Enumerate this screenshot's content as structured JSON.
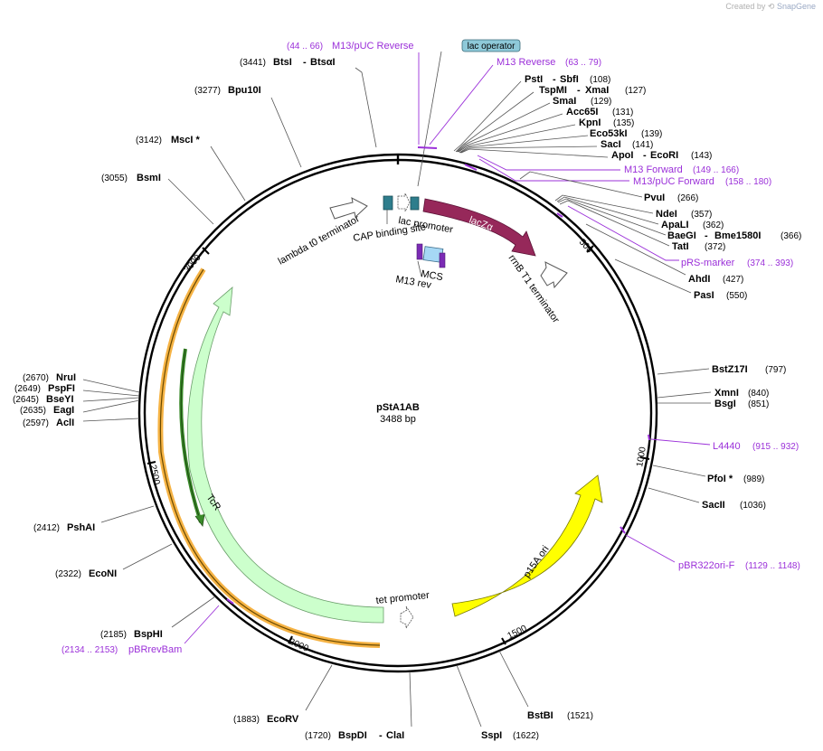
{
  "credit": {
    "created_by": "Created by",
    "brand": "SnapGene",
    "logo_icon": "snapgene-logo-icon"
  },
  "plasmid": {
    "name": "pStA1AB",
    "length_label": "3488 bp",
    "length": 3488
  },
  "ticks": [
    "500",
    "1000",
    "1500",
    "2000",
    "2500",
    "3000"
  ],
  "enzymes": [
    {
      "name": "BtsI",
      "alt": "BtsαI",
      "pos": "(3441)"
    },
    {
      "name": "Bpu10I",
      "pos": "(3277)"
    },
    {
      "name": "MscI *",
      "pos": "(3142)"
    },
    {
      "name": "BsmI",
      "pos": "(3055)"
    },
    {
      "name": "PstI",
      "alt": "SbfI",
      "pos": "(108)"
    },
    {
      "name": "TspMI",
      "alt": "XmaI",
      "pos": "(127)"
    },
    {
      "name": "SmaI",
      "pos": "(129)"
    },
    {
      "name": "Acc65I",
      "pos": "(131)"
    },
    {
      "name": "KpnI",
      "pos": "(135)"
    },
    {
      "name": "Eco53kI",
      "pos": "(139)"
    },
    {
      "name": "SacI",
      "pos": "(141)"
    },
    {
      "name": "ApoI",
      "alt": "EcoRI",
      "pos": "(143)"
    },
    {
      "name": "PvuI",
      "pos": "(266)"
    },
    {
      "name": "NdeI",
      "pos": "(357)"
    },
    {
      "name": "ApaLI",
      "pos": "(362)"
    },
    {
      "name": "BaeGI",
      "alt": "Bme1580I",
      "pos": "(366)"
    },
    {
      "name": "TatI",
      "pos": "(372)"
    },
    {
      "name": "AhdI",
      "pos": "(427)"
    },
    {
      "name": "PasI",
      "pos": "(550)"
    },
    {
      "name": "BstZ17I",
      "pos": "(797)"
    },
    {
      "name": "XmnI",
      "pos": "(840)"
    },
    {
      "name": "BsgI",
      "pos": "(851)"
    },
    {
      "name": "PfoI *",
      "pos": "(989)"
    },
    {
      "name": "SacII",
      "pos": "(1036)"
    },
    {
      "name": "BstBI",
      "pos": "(1521)"
    },
    {
      "name": "SspI",
      "pos": "(1622)"
    },
    {
      "name": "BspDI",
      "alt": "ClaI",
      "pos": "(1720)"
    },
    {
      "name": "EcoRV",
      "pos": "(1883)"
    },
    {
      "name": "BspHI",
      "pos": "(2185)"
    },
    {
      "name": "EcoNI",
      "pos": "(2322)"
    },
    {
      "name": "PshAI",
      "pos": "(2412)"
    },
    {
      "name": "NruI",
      "pos": "(2670)"
    },
    {
      "name": "PspFI",
      "pos": "(2649)"
    },
    {
      "name": "BseYI",
      "pos": "(2645)"
    },
    {
      "name": "EagI",
      "pos": "(2635)"
    },
    {
      "name": "AclI",
      "pos": "(2597)"
    }
  ],
  "primers": [
    {
      "name": "M13/pUC Reverse",
      "range": "(44 .. 66)"
    },
    {
      "name": "M13 Reverse",
      "range": "(63 .. 79)"
    },
    {
      "name": "M13 Forward",
      "range": "(149 .. 166)"
    },
    {
      "name": "M13/pUC Forward",
      "range": "(158 .. 180)"
    },
    {
      "name": "pRS-marker",
      "range": "(374 .. 393)"
    },
    {
      "name": "L4440",
      "range": "(915 .. 932)"
    },
    {
      "name": "pBR322ori-F",
      "range": "(1129 .. 1148)"
    },
    {
      "name": "pBRrevBam",
      "range": "(2134 .. 2153)"
    }
  ],
  "features": {
    "lac_operator": "lac operator",
    "lacZa": "lacZα",
    "lac_promoter": "lac promoter",
    "cap_site": "CAP binding site",
    "lambda_term": "lambda t0 terminator",
    "rrnB_term": "rrnB T1 terminator",
    "mcs": "MCS",
    "m13rev": "M13 rev",
    "p15a": "p15A ori",
    "tcr": "TcR",
    "tet_promoter": "tet promoter"
  },
  "colors": {
    "lacZa": "#96285a",
    "p15a": "#ffff00",
    "tcr": "#ccffcc",
    "tcr_orf": "#f5a623",
    "primer": "#9b30d9",
    "lac_operator_fill": "#8ec9d9",
    "cap_fill": "#2e7d8c",
    "mcs_fill": "#a6d8f5"
  }
}
